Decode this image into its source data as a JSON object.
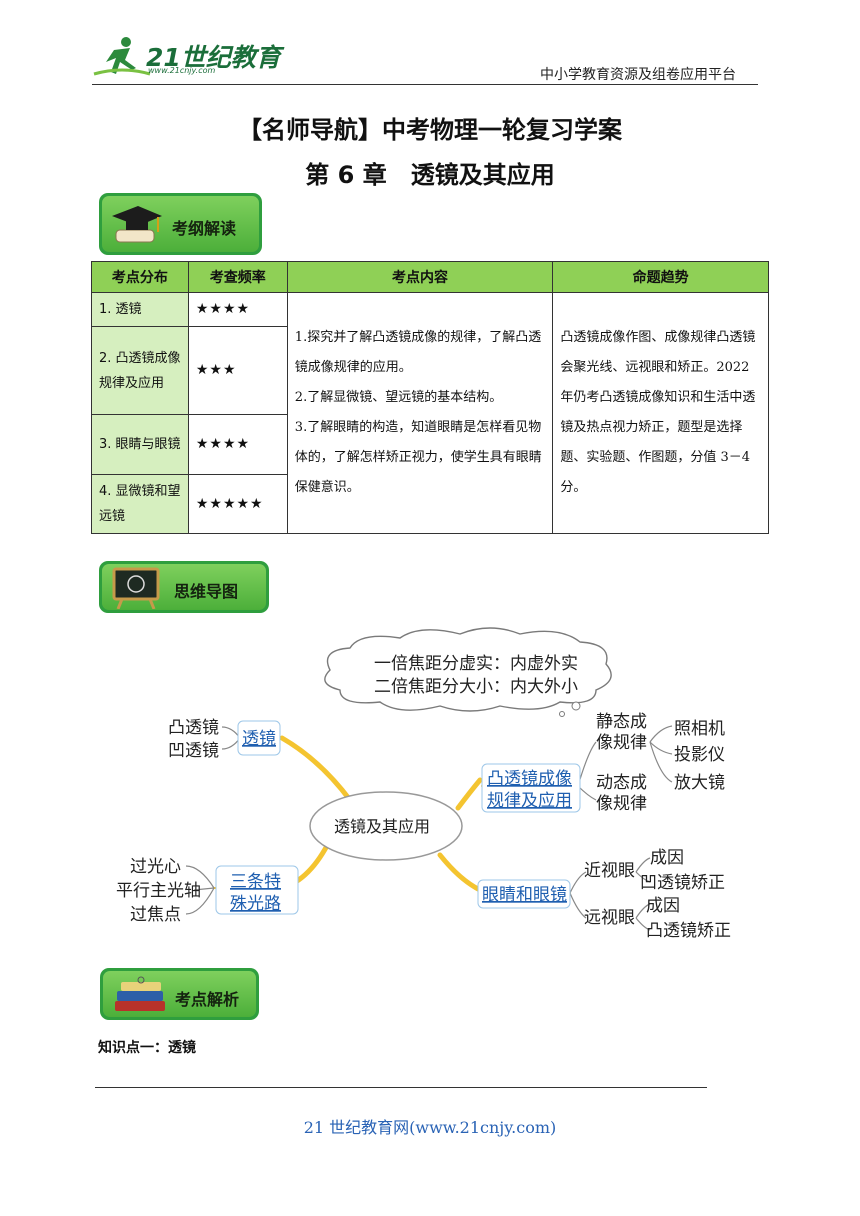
{
  "header": {
    "logo_text": "21世纪教育",
    "logo_url": "www.21cnjy.com",
    "platform": "中小学教育资源及组卷应用平台"
  },
  "title": "【名师导航】中考物理一轮复习学案",
  "subtitle": "第 6 章　透镜及其应用",
  "sections": {
    "outline": "考纲解读",
    "mindmap": "思维导图",
    "analysis": "考点解析"
  },
  "table": {
    "headers": [
      "考点分布",
      "考查频率",
      "考点内容",
      "命题趋势"
    ],
    "rows": [
      {
        "name": "1.  透镜",
        "stars": "★★★★"
      },
      {
        "name": "2. 凸透镜成像规律及应用",
        "stars": "★★★"
      },
      {
        "name": "3. 眼睛与眼镜",
        "stars": "★★★★"
      },
      {
        "name": "4. 显微镜和望远镜",
        "stars": "★★★★★"
      }
    ],
    "content": [
      "1.探究并了解凸透镜成像的规律，了解凸透镜成像规律的应用。",
      "2.了解显微镜、望远镜的基本结构。",
      "3.了解眼睛的构造，知道眼睛是怎样看见物体的，了解怎样矫正视力，使学生具有眼睛保健意识。"
    ],
    "trend": "凸透镜成像作图、成像规律凸透镜会聚光线、远视眼和矫正。2022年仍考凸透镜成像知识和生活中透镜及热点视力矫正，题型是选择题、实验题、作图题，分值 3－4 分。"
  },
  "mindmap": {
    "center": "透镜及其应用",
    "cloud": [
      "一倍焦距分虚实：内虚外实",
      "二倍焦距分大小：内大外小"
    ],
    "lens": {
      "label": "透镜",
      "items": [
        "凸透镜",
        "凹透镜"
      ]
    },
    "rays": {
      "label": [
        "三条特",
        "殊光路"
      ],
      "items": [
        "过光心",
        "平行主光轴",
        "过焦点"
      ]
    },
    "convex": {
      "label": [
        "凸透镜成像",
        "规律及应用"
      ],
      "static": [
        "静态成",
        "像规律"
      ],
      "dynamic": [
        "动态成",
        "像规律"
      ],
      "apps": [
        "照相机",
        "投影仪",
        "放大镜"
      ]
    },
    "eye": {
      "label": "眼睛和眼镜",
      "near": "近视眼",
      "near_items": [
        "成因",
        "凹透镜矫正"
      ],
      "far": "远视眼",
      "far_items": [
        "成因",
        "凸透镜矫正"
      ]
    }
  },
  "knowledge_point": "知识点一：透镜",
  "footer": "21 世纪教育网(www.21cnjy.com)"
}
